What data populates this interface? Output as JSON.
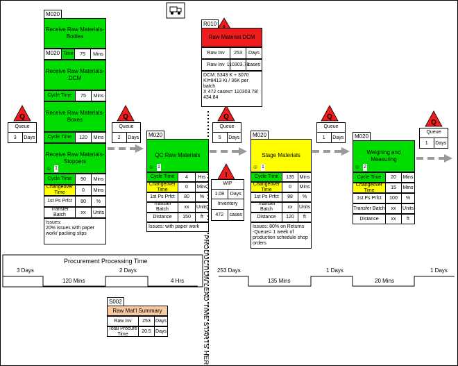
{
  "truck_icon": "truck-icon",
  "operator_icon": "operator-icon",
  "inventory_triangle_letter": "I",
  "queue_triangle_letter": "Q",
  "receive": {
    "code1": "M020",
    "code2": "M020",
    "bottles": "Receive Raw Materials-Bottles",
    "dcm": "Receive Raw Materials-DCM",
    "boxes": "Receive Raw Materials-Boxes",
    "stoppers": "Receive Raw Materials-Stoppers",
    "bottles_time_label": "Time",
    "bottles_time": "75",
    "bottles_time_unit": "Mins",
    "dcm_time_label": "Cycle Time",
    "dcm_time": "75",
    "dcm_time_unit": "Mins",
    "boxes_time_label": "Cycle Time",
    "boxes_time": "120",
    "boxes_time_unit": "Mins",
    "operators": "1",
    "rows": [
      {
        "label": "Cycle Time",
        "value": "90",
        "unit": "Mins"
      },
      {
        "label": "Changeover Time",
        "value": "0",
        "unit": "Mins"
      },
      {
        "label": "1st Ps Prfct",
        "value": "80",
        "unit": "%"
      },
      {
        "label": "Transfer Batch",
        "value": "xx",
        "unit": "Units"
      }
    ],
    "issues": "Issues:\n20% issues with paper work/ packing slips"
  },
  "qc": {
    "code": "M020",
    "title": "QC Raw Materials",
    "operators": "1",
    "rows": [
      {
        "label": "Cycle Time",
        "value": "4",
        "unit": "Hrs"
      },
      {
        "label": "Changeover Time",
        "value": "0",
        "unit": "Mins"
      },
      {
        "label": "1st Ps Prfct",
        "value": "80",
        "unit": "%"
      },
      {
        "label": "Transfer Batch",
        "value": "xx",
        "unit": "Units"
      },
      {
        "label": "Distance",
        "value": "150",
        "unit": "ft"
      }
    ],
    "issues": "Issues: with paper work"
  },
  "stage": {
    "code": "M020",
    "title": "Stage Materials",
    "operators": "1",
    "rows": [
      {
        "label": "Cycle Time",
        "value": "135",
        "unit": "Mins"
      },
      {
        "label": "Changeover Time",
        "value": "0",
        "unit": "Mins"
      },
      {
        "label": "1st Ps Prfct",
        "value": "88",
        "unit": "%"
      },
      {
        "label": "Transfer Batch",
        "value": "xx",
        "unit": "Units"
      },
      {
        "label": "Distance",
        "value": "120",
        "unit": "ft"
      }
    ],
    "issues": "Issues: 80% on Returns\n-Queue= 1 week of production schedule shop orders"
  },
  "weigh": {
    "code": "M020",
    "title": "Weighing and Measuring",
    "operators": "2",
    "rows": [
      {
        "label": "Cycle Time",
        "value": "20",
        "unit": "Mins"
      },
      {
        "label": "Changeover Time",
        "value": "15",
        "unit": "Mins"
      },
      {
        "label": "1st Ps Prfct",
        "value": "100",
        "unit": "%"
      },
      {
        "label": "Transfer Batch",
        "value": "xx",
        "unit": "Units"
      },
      {
        "label": "Distance",
        "value": "xx",
        "unit": "ft"
      }
    ]
  },
  "raw_dcm": {
    "code": "R010",
    "title": "Raw Material DCM",
    "rows": [
      {
        "label": "Raw Inv",
        "value": "253",
        "unit": "Days"
      },
      {
        "label": "Raw Inv",
        "value": "110303.78",
        "unit": "cases"
      }
    ],
    "note": "DCM: 5343 K + 3070\nKI=8413 Ki  / 36K per batch\nX 472 cases= 110303.78/ 434.84"
  },
  "wip": {
    "label": "WIP",
    "days": "1.08",
    "days_unit": "Days",
    "inventory_label": "Inventory",
    "cases": "472",
    "cases_unit": "cases"
  },
  "queues": [
    {
      "label": "Queue",
      "value": "3",
      "unit": "Days"
    },
    {
      "label": "Queue",
      "value": "2",
      "unit": "Days"
    },
    {
      "label": "Queue",
      "value": "5",
      "unit": "Days"
    },
    {
      "label": "Queue",
      "value": "1",
      "unit": "Days"
    },
    {
      "label": "Queue",
      "value": "1",
      "unit": "Days"
    }
  ],
  "procurement": {
    "title": "Procurement Processing Time",
    "top": [
      "3 Days",
      "2 Days",
      "4 Hrs"
    ],
    "bottom": [
      "120 Mins"
    ]
  },
  "production_line": {
    "top": [
      "253 Days",
      "1 Days",
      "1 Days"
    ],
    "bottom": [
      "135 Mins",
      "20 Mins"
    ]
  },
  "lead_time_label": "PRODUCTION LEAD TIME STARTS HERE",
  "summary": {
    "code": "S002",
    "title": "Raw Mat'l Summary",
    "rows": [
      {
        "label": "Raw Inv",
        "value": "253",
        "unit": "Days"
      },
      {
        "label": "Total Procure Time",
        "value": "20.5",
        "unit": "Days"
      }
    ]
  },
  "colors": {
    "green": "#00dd00",
    "yellow": "#ffff00",
    "red": "#ee1c1c",
    "orange": "#f8c8a0",
    "arrow": "#999999"
  }
}
